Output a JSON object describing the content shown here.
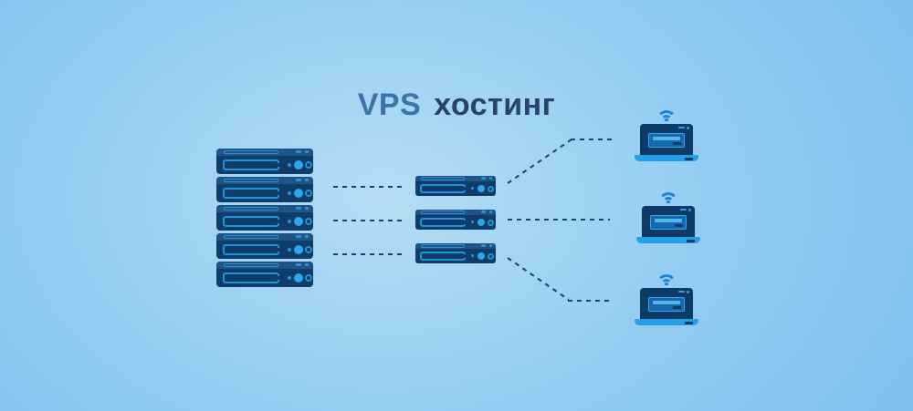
{
  "title": {
    "part1": "VPS",
    "part2": "хостинг"
  },
  "diagram": {
    "rack": {
      "name": "server-rack",
      "unit_count": 5
    },
    "vps_nodes": {
      "name": "vps-servers",
      "count": 3
    },
    "clients": {
      "name": "wifi-laptops",
      "count": 3
    },
    "connections": {
      "rack_to_vps": 3,
      "vps_to_clients": 3,
      "style": "dashed"
    }
  },
  "colors": {
    "background": "#7bc0ee",
    "background_glow": "#b5ddf5",
    "server_body": "#0f3c68",
    "server_top_strip": "#1e5486",
    "accent_outline": "#1f93e0",
    "led": "#2aa7ee",
    "laptop_screen": "#0d3a66",
    "laptop_window": "#1567ae",
    "laptop_base": "#24a0e8",
    "wifi": "#1b86d8",
    "dash_line": "#17457a",
    "title_vps": "#3a74a8",
    "title_rest": "#27436e"
  }
}
